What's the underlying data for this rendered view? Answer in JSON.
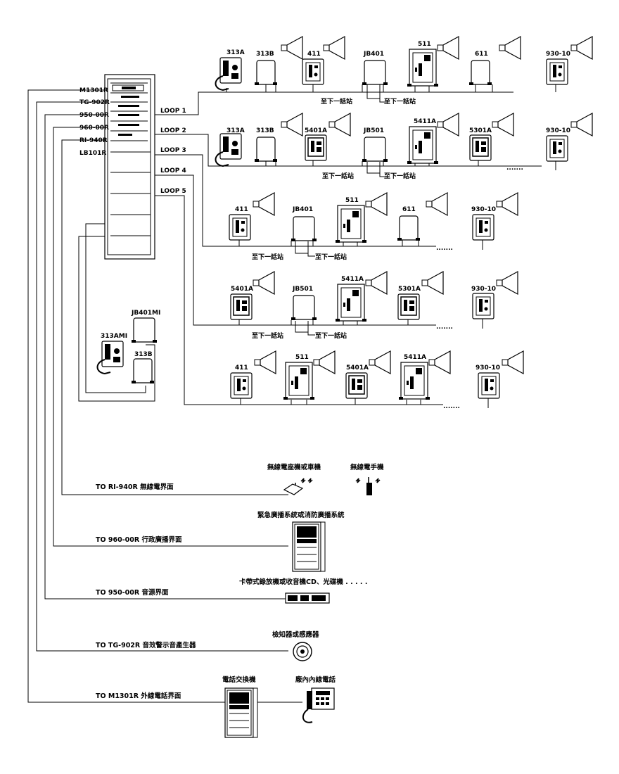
{
  "rack": {
    "labels": [
      "M1301R",
      "TG-902R",
      "950-00R",
      "960-00R",
      "RI-940R",
      "LB101R"
    ]
  },
  "loops": [
    "LOOP 1",
    "LOOP 2",
    "LOOP 3",
    "LOOP 4",
    "LOOP 5"
  ],
  "next_station": "至下一話站",
  "ellipsis": ".......",
  "rows": [
    {
      "devices": [
        "313A",
        "313B",
        "411",
        "JB401",
        "511",
        "611",
        "930-10"
      ]
    },
    {
      "devices": [
        "313A",
        "313B",
        "5401A",
        "JB501",
        "5411A",
        "5301A",
        "930-10"
      ]
    },
    {
      "devices": [
        "411",
        "JB401",
        "511",
        "611",
        "930-10"
      ]
    },
    {
      "devices": [
        "5401A",
        "JB501",
        "5411A",
        "5301A",
        "930-10"
      ]
    },
    {
      "devices": [
        "411",
        "511",
        "5401A",
        "5411A",
        "930-10"
      ]
    }
  ],
  "local": {
    "top": "JB401MI",
    "handset": "313AMI",
    "station": "313B"
  },
  "interfaces": [
    {
      "label": "TO RI-940R 無線電界面",
      "device": "無線電座機或車機",
      "device2": "無線電手機"
    },
    {
      "label": "TO 960-00R 行政廣播界面",
      "device": "緊急廣播系統或消防廣播系統"
    },
    {
      "label": "TO 950-00R 音源界面",
      "device": "卡帶式錄放機或收音機CD、光碟機 . . . . ."
    },
    {
      "label": "TO TG-902R 音效警示音產生器",
      "device": "檢知器或感應器"
    },
    {
      "label": "TO M1301R 外線電話界面",
      "device": "電話交換機",
      "device2": "廠內內線電話"
    }
  ]
}
